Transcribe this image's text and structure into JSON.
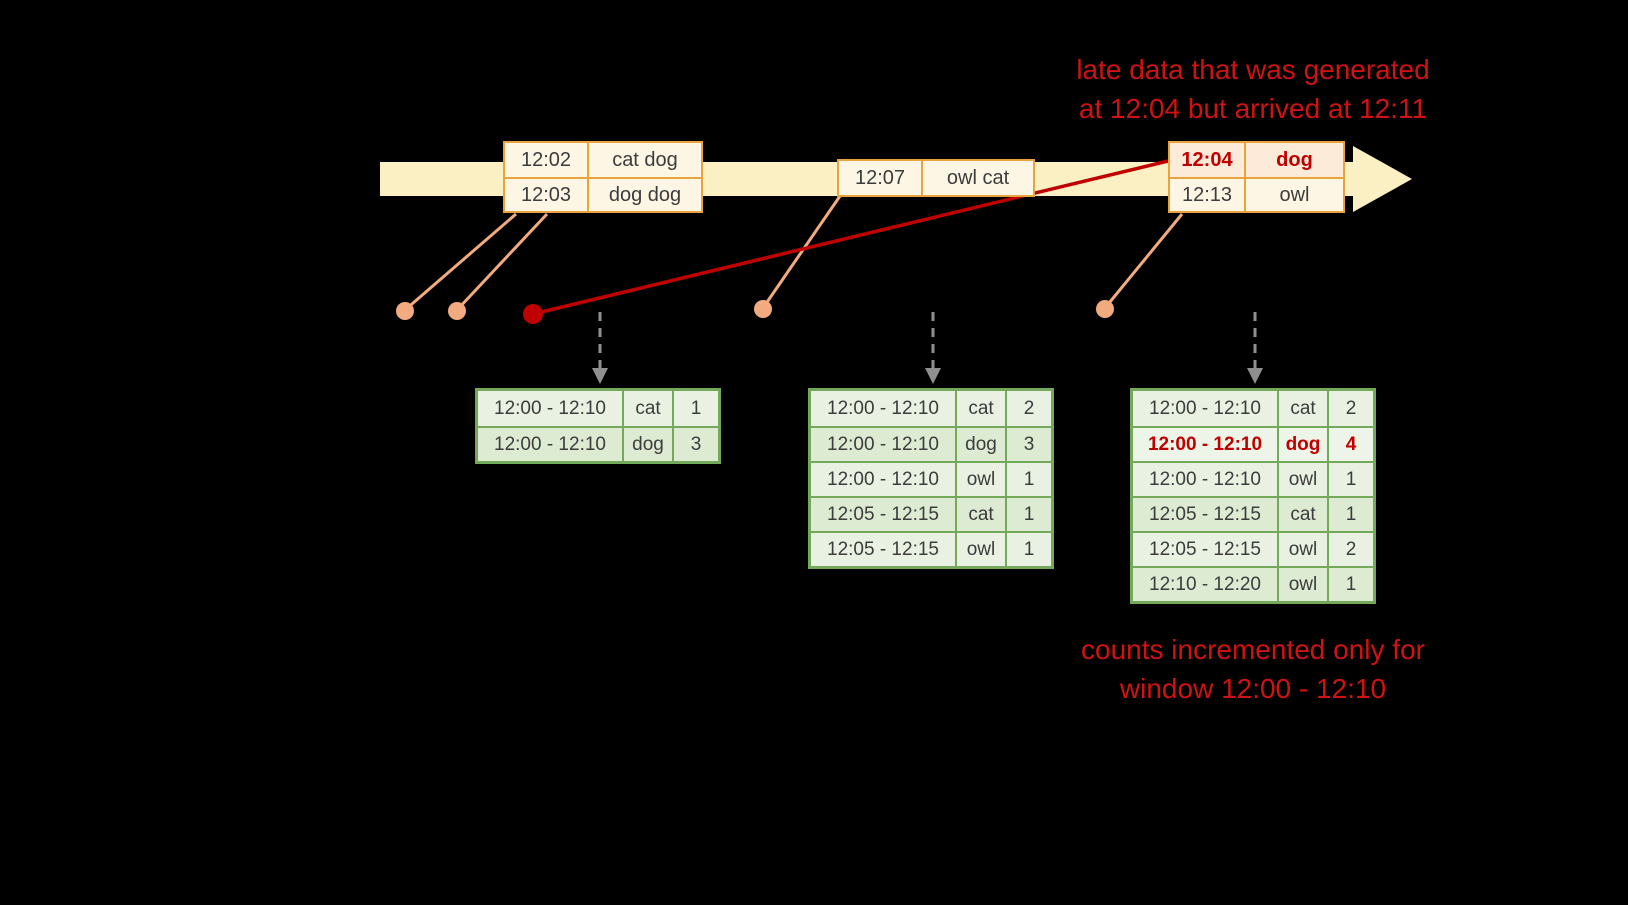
{
  "colors": {
    "background": "#000000",
    "annotation_red": "#cf1212",
    "late_red": "#c00000",
    "timeline_fill": "#fbf0c4",
    "event_border": "#e8a33d",
    "event_fill": "#fdf6e4",
    "late_event_fill": "#fcebd8",
    "connector_salmon": "#f2ab7e",
    "trigger_arrow_gray": "#8f8f8f",
    "table_border": "#74a85a",
    "table_row_light": "#e9f2e2",
    "table_row_dark": "#dcebd2"
  },
  "annotations": {
    "late_data_line1": "late data that was generated",
    "late_data_line2": "at 12:04 but arrived at 12:11",
    "counts_line1": "counts incremented only for",
    "counts_line2": "window 12:00 - 12:10"
  },
  "events": {
    "group1": {
      "rows": [
        {
          "time": "12:02",
          "words": "cat dog"
        },
        {
          "time": "12:03",
          "words": "dog dog"
        }
      ]
    },
    "group2": {
      "rows": [
        {
          "time": "12:07",
          "words": "owl cat"
        }
      ]
    },
    "group3": {
      "rows": [
        {
          "time": "12:04",
          "words": "dog"
        },
        {
          "time": "12:13",
          "words": "owl"
        }
      ]
    }
  },
  "tables": [
    {
      "rows": [
        [
          "12:00 - 12:10",
          "cat",
          "1"
        ],
        [
          "12:00 - 12:10",
          "dog",
          "3"
        ]
      ]
    },
    {
      "rows": [
        [
          "12:00 - 12:10",
          "cat",
          "2"
        ],
        [
          "12:00 - 12:10",
          "dog",
          "3"
        ],
        [
          "12:00 - 12:10",
          "owl",
          "1"
        ],
        [
          "12:05 - 12:15",
          "cat",
          "1"
        ],
        [
          "12:05 - 12:15",
          "owl",
          "1"
        ]
      ]
    },
    {
      "rows": [
        [
          "12:00 - 12:10",
          "cat",
          "2"
        ],
        [
          "12:00 - 12:10",
          "dog",
          "4"
        ],
        [
          "12:00 - 12:10",
          "owl",
          "1"
        ],
        [
          "12:05 - 12:15",
          "cat",
          "1"
        ],
        [
          "12:05 - 12:15",
          "owl",
          "2"
        ],
        [
          "12:10 - 12:20",
          "owl",
          "1"
        ]
      ]
    }
  ]
}
